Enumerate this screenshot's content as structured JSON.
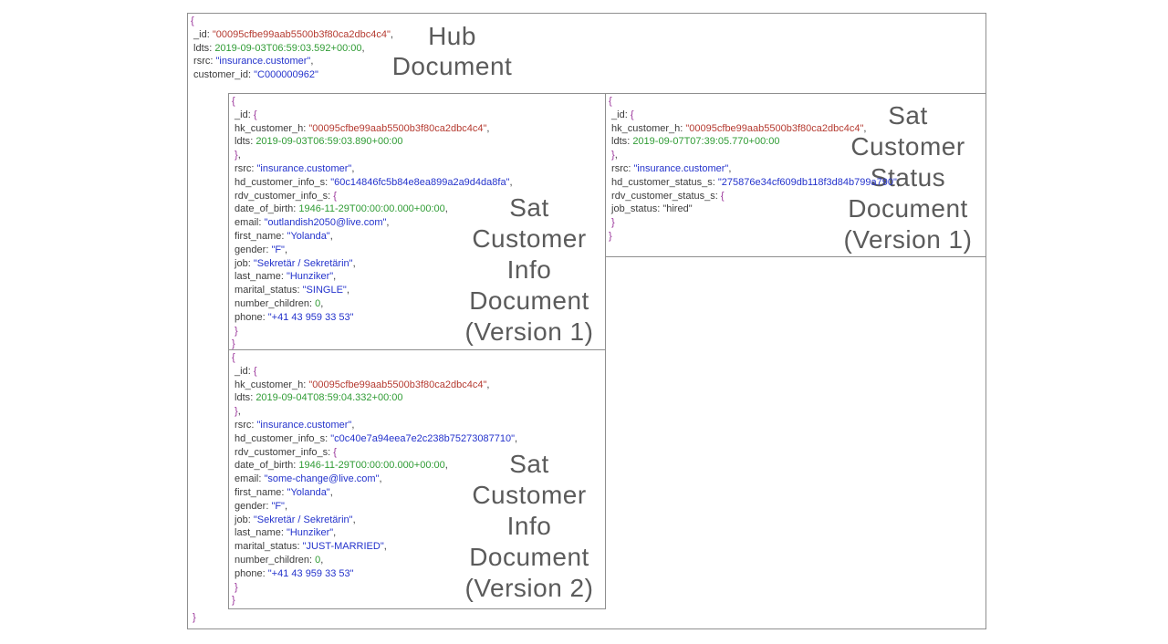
{
  "colors": {
    "brace": "#993399",
    "key": "#3c3c3c",
    "plain": "#3c3c3c",
    "hash_highlight": "#b53b31",
    "string": "#2433cc",
    "datetime": "#309c35",
    "number": "#309c35",
    "title_gray": "#5b5b5b",
    "border_gray": "#8f8f8f"
  },
  "hub": {
    "title_lines": [
      "Hub",
      "Document"
    ],
    "closing_brace": "}",
    "lines": [
      [
        [
          "b",
          "{"
        ]
      ],
      [
        [
          "k",
          " _id"
        ],
        [
          "p",
          ": "
        ],
        [
          "r",
          "\"00095cfbe99aab5500b3f80ca2dbc4c4\""
        ],
        [
          "p",
          ","
        ]
      ],
      [
        [
          "k",
          " ldts"
        ],
        [
          "p",
          ": "
        ],
        [
          "d",
          "2019-09-03T06:59:03.592+00:00"
        ],
        [
          "p",
          ","
        ]
      ],
      [
        [
          "k",
          " rsrc"
        ],
        [
          "p",
          ": "
        ],
        [
          "s",
          "\"insurance.customer\""
        ],
        [
          "p",
          ","
        ]
      ],
      [
        [
          "k",
          " customer_id"
        ],
        [
          "p",
          ": "
        ],
        [
          "s",
          "\"C000000962\""
        ]
      ]
    ]
  },
  "docs": [
    {
      "name": "sat-customer-info-document-v1",
      "title_lines": [
        "Sat",
        "Customer",
        "Info",
        "Document",
        "(Version 1)"
      ],
      "lines": [
        [
          [
            "b",
            "{"
          ]
        ],
        [
          [
            "k",
            " _id"
          ],
          [
            "p",
            ": "
          ],
          [
            "b",
            "{"
          ]
        ],
        [
          [
            "k",
            " hk_customer_h"
          ],
          [
            "p",
            ": "
          ],
          [
            "r",
            "\"00095cfbe99aab5500b3f80ca2dbc4c4\""
          ],
          [
            "p",
            ","
          ]
        ],
        [
          [
            "k",
            " ldts"
          ],
          [
            "p",
            ": "
          ],
          [
            "d",
            "2019-09-03T06:59:03.890+00:00"
          ]
        ],
        [
          [
            "b",
            " }"
          ],
          [
            "p",
            ","
          ]
        ],
        [
          [
            "k",
            " rsrc"
          ],
          [
            "p",
            ": "
          ],
          [
            "s",
            "\"insurance.customer\""
          ],
          [
            "p",
            ","
          ]
        ],
        [
          [
            "k",
            " hd_customer_info_s"
          ],
          [
            "p",
            ": "
          ],
          [
            "s",
            "\"60c14846fc5b84e8ea899a2a9d4da8fa\""
          ],
          [
            "p",
            ","
          ]
        ],
        [
          [
            "k",
            " rdv_customer_info_s"
          ],
          [
            "p",
            ": "
          ],
          [
            "b",
            "{"
          ]
        ],
        [
          [
            "k",
            " date_of_birth"
          ],
          [
            "p",
            ": "
          ],
          [
            "d",
            "1946-11-29T00:00:00.000+00:00"
          ],
          [
            "p",
            ","
          ]
        ],
        [
          [
            "k",
            " email"
          ],
          [
            "p",
            ": "
          ],
          [
            "s",
            "\"outlandish2050@live.com\""
          ],
          [
            "p",
            ","
          ]
        ],
        [
          [
            "k",
            " first_name"
          ],
          [
            "p",
            ": "
          ],
          [
            "s",
            "\"Yolanda\""
          ],
          [
            "p",
            ","
          ]
        ],
        [
          [
            "k",
            " gender"
          ],
          [
            "p",
            ": "
          ],
          [
            "s",
            "\"F\""
          ],
          [
            "p",
            ","
          ]
        ],
        [
          [
            "k",
            " job"
          ],
          [
            "p",
            ": "
          ],
          [
            "s",
            "\"Sekretär / Sekretärin\""
          ],
          [
            "p",
            ","
          ]
        ],
        [
          [
            "k",
            " last_name"
          ],
          [
            "p",
            ": "
          ],
          [
            "s",
            "\"Hunziker\""
          ],
          [
            "p",
            ","
          ]
        ],
        [
          [
            "k",
            " marital_status"
          ],
          [
            "p",
            ": "
          ],
          [
            "s",
            "\"SINGLE\""
          ],
          [
            "p",
            ","
          ]
        ],
        [
          [
            "k",
            " number_children"
          ],
          [
            "p",
            ": "
          ],
          [
            "n",
            "0"
          ],
          [
            "p",
            ","
          ]
        ],
        [
          [
            "k",
            " phone"
          ],
          [
            "p",
            ": "
          ],
          [
            "s",
            "\"+41 43 959 33 53\""
          ]
        ],
        [
          [
            "b",
            " }"
          ]
        ],
        [
          [
            "b",
            "}"
          ]
        ]
      ]
    },
    {
      "name": "sat-customer-info-document-v2",
      "title_lines": [
        "Sat",
        "Customer",
        "Info",
        "Document",
        "(Version 2)"
      ],
      "lines": [
        [
          [
            "b",
            "{"
          ]
        ],
        [
          [
            "k",
            " _id"
          ],
          [
            "p",
            ": "
          ],
          [
            "b",
            "{"
          ]
        ],
        [
          [
            "k",
            " hk_customer_h"
          ],
          [
            "p",
            ": "
          ],
          [
            "r",
            "\"00095cfbe99aab5500b3f80ca2dbc4c4\""
          ],
          [
            "p",
            ","
          ]
        ],
        [
          [
            "k",
            " ldts"
          ],
          [
            "p",
            ": "
          ],
          [
            "d",
            "2019-09-04T08:59:04.332+00:00"
          ]
        ],
        [
          [
            "b",
            " }"
          ],
          [
            "p",
            ","
          ]
        ],
        [
          [
            "k",
            " rsrc"
          ],
          [
            "p",
            ": "
          ],
          [
            "s",
            "\"insurance.customer\""
          ],
          [
            "p",
            ","
          ]
        ],
        [
          [
            "k",
            " hd_customer_info_s"
          ],
          [
            "p",
            ": "
          ],
          [
            "s",
            "\"c0c40e7a94eea7e2c238b75273087710\""
          ],
          [
            "p",
            ","
          ]
        ],
        [
          [
            "k",
            " rdv_customer_info_s"
          ],
          [
            "p",
            ": "
          ],
          [
            "b",
            "{"
          ]
        ],
        [
          [
            "k",
            " date_of_birth"
          ],
          [
            "p",
            ": "
          ],
          [
            "d",
            "1946-11-29T00:00:00.000+00:00"
          ],
          [
            "p",
            ","
          ]
        ],
        [
          [
            "k",
            " email"
          ],
          [
            "p",
            ": "
          ],
          [
            "s",
            "\"some-change@live.com\""
          ],
          [
            "p",
            ","
          ]
        ],
        [
          [
            "k",
            " first_name"
          ],
          [
            "p",
            ": "
          ],
          [
            "s",
            "\"Yolanda\""
          ],
          [
            "p",
            ","
          ]
        ],
        [
          [
            "k",
            " gender"
          ],
          [
            "p",
            ": "
          ],
          [
            "s",
            "\"F\""
          ],
          [
            "p",
            ","
          ]
        ],
        [
          [
            "k",
            " job"
          ],
          [
            "p",
            ": "
          ],
          [
            "s",
            "\"Sekretär / Sekretärin\""
          ],
          [
            "p",
            ","
          ]
        ],
        [
          [
            "k",
            " last_name"
          ],
          [
            "p",
            ": "
          ],
          [
            "s",
            "\"Hunziker\""
          ],
          [
            "p",
            ","
          ]
        ],
        [
          [
            "k",
            " marital_status"
          ],
          [
            "p",
            ": "
          ],
          [
            "s",
            "\"JUST-MARRIED\""
          ],
          [
            "p",
            ","
          ]
        ],
        [
          [
            "k",
            " number_children"
          ],
          [
            "p",
            ": "
          ],
          [
            "n",
            "0"
          ],
          [
            "p",
            ","
          ]
        ],
        [
          [
            "k",
            " phone"
          ],
          [
            "p",
            ": "
          ],
          [
            "s",
            "\"+41 43 959 33 53\""
          ]
        ],
        [
          [
            "b",
            " }"
          ]
        ],
        [
          [
            "b",
            "}"
          ]
        ]
      ]
    },
    {
      "name": "sat-customer-status-document-v1",
      "title_lines": [
        "Sat",
        "Customer",
        "Status",
        "Document",
        "(Version 1)"
      ],
      "lines": [
        [
          [
            "b",
            "{"
          ]
        ],
        [
          [
            "k",
            " _id"
          ],
          [
            "p",
            ": "
          ],
          [
            "b",
            "{"
          ]
        ],
        [
          [
            "k",
            " hk_customer_h"
          ],
          [
            "p",
            ": "
          ],
          [
            "r",
            "\"00095cfbe99aab5500b3f80ca2dbc4c4\""
          ],
          [
            "p",
            ","
          ]
        ],
        [
          [
            "k",
            " ldts"
          ],
          [
            "p",
            ": "
          ],
          [
            "d",
            "2019-09-07T07:39:05.770+00:00"
          ]
        ],
        [
          [
            "b",
            " }"
          ],
          [
            "p",
            ","
          ]
        ],
        [
          [
            "k",
            " rsrc"
          ],
          [
            "p",
            ": "
          ],
          [
            "s",
            "\"insurance.customer\""
          ],
          [
            "p",
            ","
          ]
        ],
        [
          [
            "k",
            " hd_customer_status_s"
          ],
          [
            "p",
            ": "
          ],
          [
            "s",
            "\"275876e34cf609db118f3d84b799a790\""
          ],
          [
            "p",
            ","
          ]
        ],
        [
          [
            "k",
            " rdv_customer_status_s"
          ],
          [
            "p",
            ": "
          ],
          [
            "b",
            "{"
          ]
        ],
        [
          [
            "k",
            " job_status"
          ],
          [
            "p",
            ": "
          ],
          [
            "x",
            "\"hired\""
          ]
        ],
        [
          [
            "b",
            " }"
          ]
        ],
        [
          [
            "b",
            "}"
          ]
        ]
      ]
    }
  ]
}
